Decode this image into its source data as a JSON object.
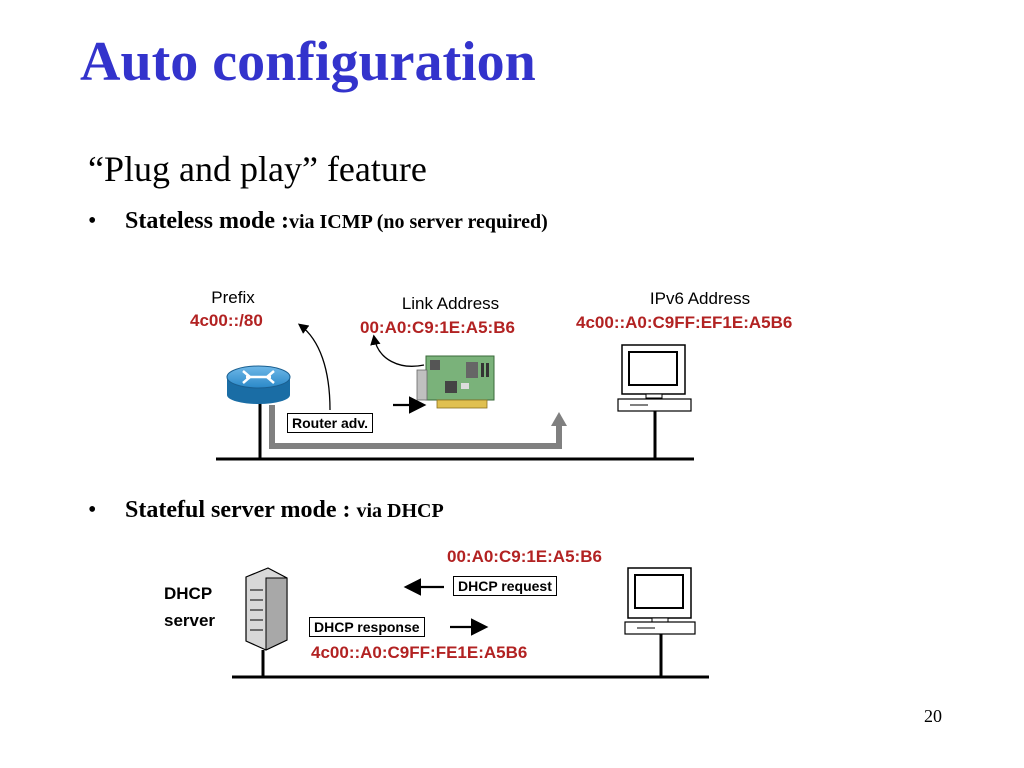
{
  "slide": {
    "title": "Auto configuration",
    "subtitle": "“Plug and play” feature",
    "bullets": [
      {
        "symbol": "•",
        "strong": "Stateless mode :",
        "sub": "via ICMP (no server required)"
      },
      {
        "symbol": "•",
        "strong": "Stateful server mode : ",
        "sub": "via DHCP"
      }
    ],
    "page_number": "20"
  },
  "stateless": {
    "prefix_label": "Prefix",
    "prefix_value": "4c00::/80",
    "link_label": "Link Address",
    "link_value": "00:A0:C9:1E:A5:B6",
    "ipv6_label": "IPv6 Address",
    "ipv6_value": "4c00::A0:C9FF:EF1E:A5B6",
    "router_adv": "Router adv.",
    "icons": [
      "router-icon",
      "network-card-icon",
      "computer-icon"
    ]
  },
  "stateful": {
    "mac_value": "00:A0:C9:1E:A5:B6",
    "request_label": "DHCP request",
    "response_label": "DHCP response",
    "assigned_value": "4c00::A0:C9FF:FE1E:A5B6",
    "server_label_1": "DHCP",
    "server_label_2": "server",
    "icons": [
      "server-tower-icon",
      "computer-icon"
    ]
  },
  "colors": {
    "title": "#3333cc",
    "address_text": "#b22222",
    "flow_arrow": "#808080",
    "router_body": "#1e7bb8"
  }
}
